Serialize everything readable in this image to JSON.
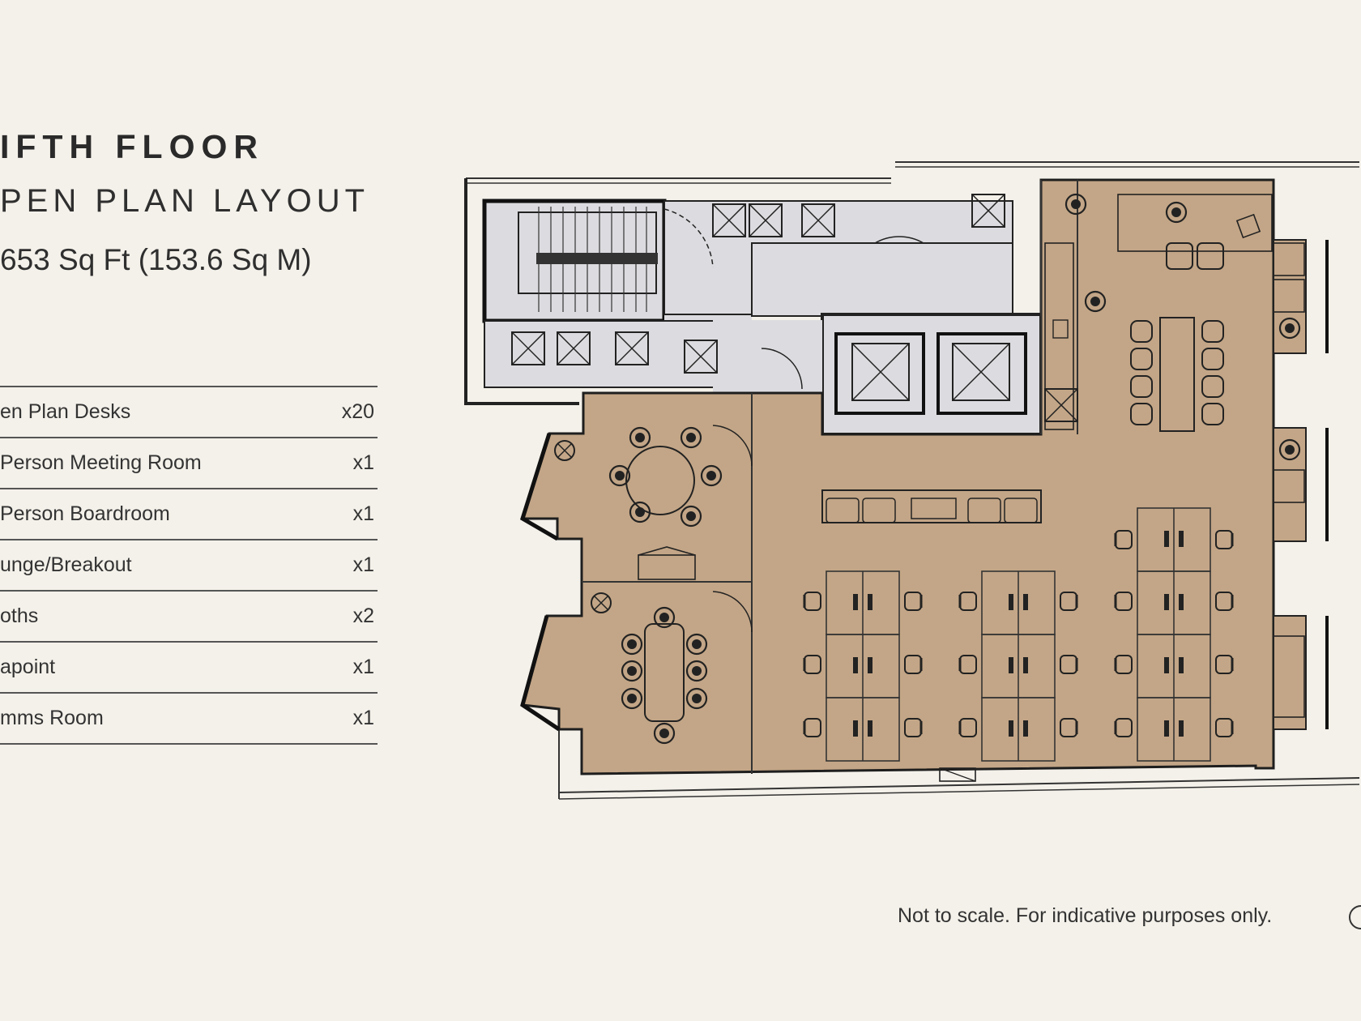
{
  "header": {
    "title": "IFTH FLOOR",
    "subtitle": "PEN PLAN LAYOUT",
    "area": "653 Sq Ft (153.6 Sq M)"
  },
  "schedule": [
    {
      "label": "en Plan Desks",
      "qty": "x20"
    },
    {
      "label": "Person Meeting Room",
      "qty": "x1"
    },
    {
      "label": "Person Boardroom",
      "qty": "x1"
    },
    {
      "label": "unge/Breakout",
      "qty": "x1"
    },
    {
      "label": "oths",
      "qty": "x2"
    },
    {
      "label": "apoint",
      "qty": "x1"
    },
    {
      "label": "mms Room",
      "qty": "x1"
    }
  ],
  "footer": {
    "disclaimer": "Not to scale. For indicative purposes only."
  },
  "colors": {
    "background": "#f4f1ea",
    "office_fill": "#c3a687",
    "core_fill": "#dcdce0",
    "wall": "#1e1e1e"
  }
}
